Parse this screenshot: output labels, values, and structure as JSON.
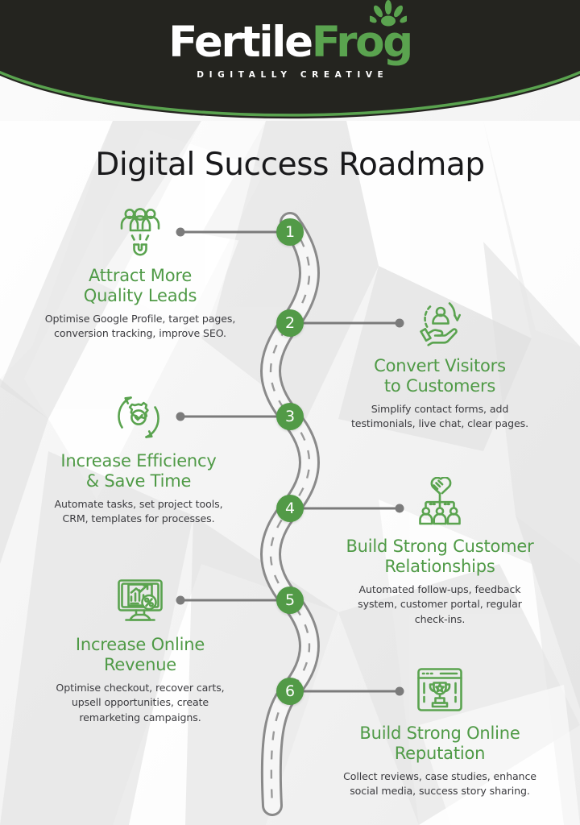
{
  "brand": {
    "logo_primary": "Fertile",
    "logo_secondary": "Frog",
    "tagline": "DIGITALLY CREATIVE",
    "splat_icon": "frog-foot-splat-icon",
    "dark_color": "#24241f",
    "green_color": "#5aa34f"
  },
  "page": {
    "title": "Digital Success Roadmap",
    "background_color": "#f4f4f4",
    "accent_green": "#529a47",
    "road_color": "#7b7b7b",
    "body_text_color": "#3b3b3f"
  },
  "steps": [
    {
      "number": "1",
      "side": "left",
      "icon": "people-magnet-icon",
      "heading_line1": "Attract More",
      "heading_line2": "Quality Leads",
      "body_line1": "Optimise Google Profile, target pages,",
      "body_line2": "conversion tracking, improve SEO."
    },
    {
      "number": "2",
      "side": "right",
      "icon": "hand-holding-customer-icon",
      "heading_line1": "Convert Visitors",
      "heading_line2": "to Customers",
      "body_line1": "Simplify contact forms, add",
      "body_line2": "testimonials, live chat, clear pages."
    },
    {
      "number": "3",
      "side": "left",
      "icon": "gear-check-cycle-icon",
      "heading_line1": "Increase Efficiency",
      "heading_line2": "& Save Time",
      "body_line1": "Automate tasks, set project tools,",
      "body_line2": "CRM, templates for processes."
    },
    {
      "number": "4",
      "side": "right",
      "icon": "handshake-heart-team-icon",
      "heading_line1": "Build Strong Customer",
      "heading_line2": "Relationships",
      "body_line1": "Automated follow-ups, feedback",
      "body_line2": "system, customer portal, regular",
      "body_line3": "check-ins."
    },
    {
      "number": "5",
      "side": "left",
      "icon": "monitor-chart-percent-icon",
      "heading_line1": "Increase Online",
      "heading_line2": "Revenue",
      "body_line1": "Optimise checkout, recover carts,",
      "body_line2": "upsell opportunities, create",
      "body_line3": "remarketing campaigns."
    },
    {
      "number": "6",
      "side": "right",
      "icon": "browser-trophy-icon",
      "heading_line1": "Build Strong Online",
      "heading_line2": "Reputation",
      "body_line1": "Collect reviews, case studies, enhance",
      "body_line2": "social media, success story sharing."
    }
  ]
}
